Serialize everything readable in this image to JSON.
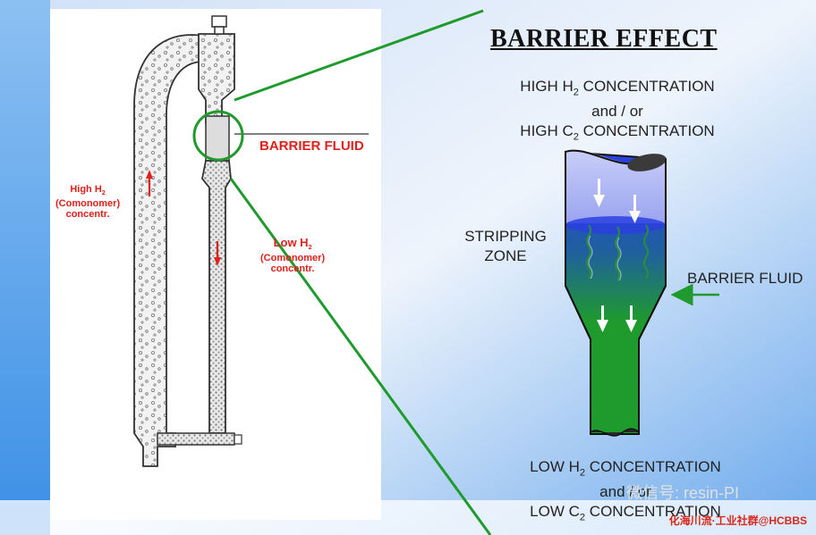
{
  "diagram": {
    "left_panel": {
      "barrier_label": "BARRIER FLUID",
      "riser_label": [
        "High H",
        "2",
        "(Comonomer)",
        "concentr."
      ],
      "downer_label": [
        "Low H",
        "2",
        "(Comonomer)",
        "concentr."
      ]
    },
    "right_panel": {
      "title": "BARRIER EFFECT",
      "top": {
        "l1a": "HIGH H",
        "l1sub": "2",
        "l1b": " CONCENTRATION",
        "l2": "and / or",
        "l3a": "HIGH C",
        "l3sub": "2",
        "l3b": " CONCENTRATION"
      },
      "stripping": [
        "STRIPPING",
        "ZONE"
      ],
      "barrier_fluid": "BARRIER FLUID",
      "bottom": {
        "l1a": "LOW H",
        "l1sub": "2",
        "l1b": " CONCENTRATION",
        "l2": "and / or",
        "l3a": "LOW C",
        "l3sub": "2",
        "l3b": " CONCENTRATION"
      }
    },
    "watermark": "微信号: resin-PI",
    "footer": "化海川流·工业社群@HCBBS",
    "colors": {
      "green": "#1f9a2d",
      "red": "#e0201a",
      "blue": "#2a40e0"
    }
  }
}
